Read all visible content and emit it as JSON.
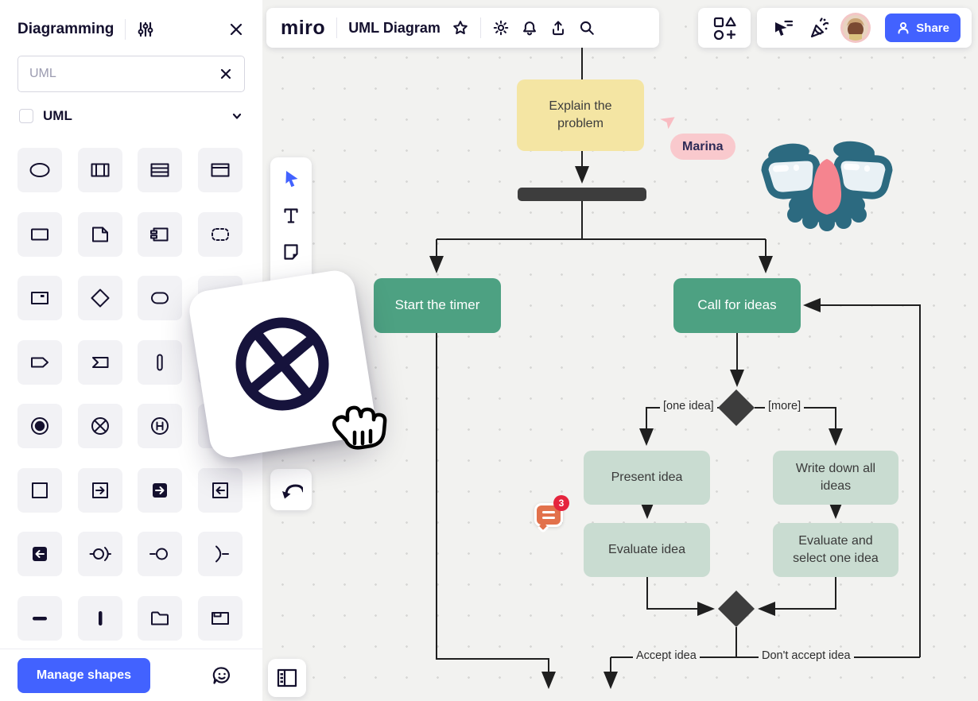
{
  "topbar": {
    "logo": "miro",
    "board_title": "UML Diagram"
  },
  "collab": {
    "share_label": "Share",
    "cursor_user": "Marina",
    "comment_count": "3"
  },
  "panel": {
    "title": "Diagramming",
    "search_value": "UML",
    "category_label": "UML",
    "manage_button": "Manage shapes",
    "shapes": [
      "ellipse",
      "vertical-partition-rect",
      "horizontal-partition-rect",
      "titled-rect",
      "rectangle",
      "note",
      "component",
      "dashed-rect",
      "object-rect",
      "decision-diamond",
      "terminator",
      "frame",
      "signal-send",
      "signal-receive",
      "activity-bar",
      "hidden",
      "final-state",
      "exit-point",
      "shallow-history",
      "hidden",
      "square",
      "square-arrow-right",
      "square-arrow-right-filled",
      "square-arrow-left",
      "square-arrow-left-filled",
      "assembly-connector",
      "provided-interface",
      "required-interface",
      "horizontal-bar",
      "vertical-bar",
      "folder",
      "package"
    ]
  },
  "flowchart": {
    "nodes": {
      "explain": "Explain the problem",
      "start_timer": "Start the timer",
      "call_ideas": "Call for ideas",
      "present": "Present idea",
      "write_down": "Write down all ideas",
      "evaluate": "Evaluate idea",
      "evaluate_select": "Evaluate and select one idea"
    },
    "edge_labels": {
      "one_idea": "[one idea]",
      "more": "[more]",
      "accept": "Accept idea",
      "dont_accept": "Don't accept idea"
    }
  },
  "icons": [
    "filter-icon",
    "close-icon",
    "clear-search-icon",
    "chevron-down-icon",
    "star-icon",
    "gear-icon",
    "bell-icon",
    "upload-icon",
    "search-icon",
    "quick-add-icon",
    "follow-cursor-icon",
    "confetti-icon",
    "share-person-icon",
    "select-cursor-icon",
    "text-tool-icon",
    "sticky-note-icon",
    "undo-icon",
    "frames-icon",
    "feedback-smiley-icon",
    "comment-icon",
    "grab-hand-cursor",
    "groucho-glasses-sticker"
  ],
  "colors": {
    "brand_blue": "#4262ff",
    "ink": "#14102e",
    "canvas_bg": "#f2f2f0",
    "node_green": "#4da182",
    "node_pale_green": "#c9dcd1",
    "node_yellow": "#f4e5a3",
    "node_dark": "#3d3d3d",
    "connector": "#1f1f1f",
    "comment_orange": "#e2714b",
    "badge_red": "#e5243d",
    "cursor_pink": "#f9c9cd"
  }
}
